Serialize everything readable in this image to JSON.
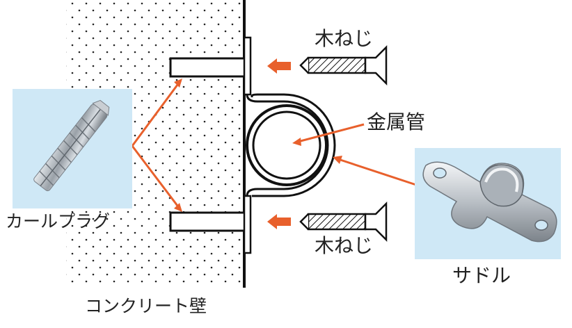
{
  "labels": {
    "wood_screw_top": "木ねじ",
    "wood_screw_bottom": "木ねじ",
    "metal_pipe": "金属管",
    "plug": "カールプラグ",
    "saddle": "サドル",
    "wall": "コンクリート壁"
  },
  "icons": {
    "plug_photo": "wall-plug-photo",
    "saddle_photo": "pipe-saddle-photo",
    "screw": "wood-screw",
    "arrow": "push-arrow"
  },
  "colors": {
    "arrow": "#e8602c",
    "line": "#111111",
    "photo_bg": "#cfe8f6"
  }
}
